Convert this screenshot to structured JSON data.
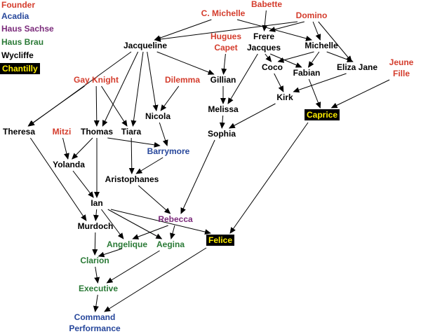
{
  "colors": {
    "Founder": "#d43c2c",
    "Acadia": "#27479b",
    "Haus Sachse": "#7b2b7b",
    "Haus Brau": "#2a7a36",
    "Wycliffe": "#000000",
    "Chantilly": "#ffee00",
    "chantilly_bg": "#000000"
  },
  "legend": [
    {
      "label": "Founder",
      "group": "Founder"
    },
    {
      "label": "Acadia",
      "group": "Acadia"
    },
    {
      "label": "Haus Sachse",
      "group": "Haus Sachse"
    },
    {
      "label": "Haus Brau",
      "group": "Haus Brau"
    },
    {
      "label": "Wycliffe",
      "group": "Wycliffe"
    },
    {
      "label": "Chantilly",
      "group": "Chantilly"
    }
  ],
  "nodes": [
    {
      "label": "C. Michelle",
      "group": "Founder"
    },
    {
      "label": "Babette",
      "group": "Founder"
    },
    {
      "label": "Domino",
      "group": "Founder"
    },
    {
      "label": "Jacqueline",
      "group": "Wycliffe"
    },
    {
      "label": "Hugues Capet",
      "group": "Founder"
    },
    {
      "label": "Frere Jacques",
      "group": "Wycliffe"
    },
    {
      "label": "Michelle",
      "group": "Wycliffe"
    },
    {
      "label": "Gay Knight",
      "group": "Founder"
    },
    {
      "label": "Dilemma",
      "group": "Founder"
    },
    {
      "label": "Gillian",
      "group": "Wycliffe"
    },
    {
      "label": "Coco",
      "group": "Wycliffe"
    },
    {
      "label": "Fabian",
      "group": "Wycliffe"
    },
    {
      "label": "Eliza Jane",
      "group": "Wycliffe"
    },
    {
      "label": "Jeune Fille",
      "group": "Founder"
    },
    {
      "label": "Kirk",
      "group": "Wycliffe"
    },
    {
      "label": "Nicola",
      "group": "Wycliffe"
    },
    {
      "label": "Melissa",
      "group": "Wycliffe"
    },
    {
      "label": "Caprice",
      "group": "Chantilly"
    },
    {
      "label": "Theresa",
      "group": "Wycliffe"
    },
    {
      "label": "Mitzi",
      "group": "Founder"
    },
    {
      "label": "Thomas",
      "group": "Wycliffe"
    },
    {
      "label": "Tiara",
      "group": "Wycliffe"
    },
    {
      "label": "Sophia",
      "group": "Wycliffe"
    },
    {
      "label": "Barrymore",
      "group": "Acadia"
    },
    {
      "label": "Yolanda",
      "group": "Wycliffe"
    },
    {
      "label": "Aristophanes",
      "group": "Wycliffe"
    },
    {
      "label": "Ian",
      "group": "Wycliffe"
    },
    {
      "label": "Rebecca",
      "group": "Haus Sachse"
    },
    {
      "label": "Murdoch",
      "group": "Wycliffe"
    },
    {
      "label": "Angelique",
      "group": "Haus Brau"
    },
    {
      "label": "Aegina",
      "group": "Haus Brau"
    },
    {
      "label": "Felice",
      "group": "Chantilly"
    },
    {
      "label": "Clarion",
      "group": "Haus Brau"
    },
    {
      "label": "Executive",
      "group": "Haus Brau"
    },
    {
      "label": "Command Performance",
      "group": "Acadia"
    }
  ],
  "edges": [
    [
      "C. Michelle",
      "Jacqueline"
    ],
    [
      "C. Michelle",
      "Michelle"
    ],
    [
      "Domino",
      "Jacqueline"
    ],
    [
      "Domino",
      "Frere Jacques"
    ],
    [
      "Domino",
      "Michelle"
    ],
    [
      "Domino",
      "Eliza Jane"
    ],
    [
      "Babette",
      "Frere Jacques"
    ],
    [
      "Jacqueline",
      "Theresa"
    ],
    [
      "Jacqueline",
      "Thomas"
    ],
    [
      "Jacqueline",
      "Tiara"
    ],
    [
      "Jacqueline",
      "Nicola"
    ],
    [
      "Jacqueline",
      "Gillian"
    ],
    [
      "Gay Knight",
      "Theresa"
    ],
    [
      "Gay Knight",
      "Thomas"
    ],
    [
      "Gay Knight",
      "Tiara"
    ],
    [
      "Dilemma",
      "Nicola"
    ],
    [
      "Hugues Capet",
      "Gillian"
    ],
    [
      "Gillian",
      "Melissa"
    ],
    [
      "Melissa",
      "Sophia"
    ],
    [
      "Frere Jacques",
      "Coco"
    ],
    [
      "Frere Jacques",
      "Fabian"
    ],
    [
      "Frere Jacques",
      "Melissa"
    ],
    [
      "Michelle",
      "Coco"
    ],
    [
      "Michelle",
      "Fabian"
    ],
    [
      "Michelle",
      "Eliza Jane"
    ],
    [
      "Coco",
      "Kirk"
    ],
    [
      "Eliza Jane",
      "Kirk"
    ],
    [
      "Kirk",
      "Sophia"
    ],
    [
      "Fabian",
      "Caprice"
    ],
    [
      "Jeune Fille",
      "Caprice"
    ],
    [
      "Nicola",
      "Barrymore"
    ],
    [
      "Thomas",
      "Barrymore"
    ],
    [
      "Thomas",
      "Yolanda"
    ],
    [
      "Thomas",
      "Ian"
    ],
    [
      "Mitzi",
      "Yolanda"
    ],
    [
      "Tiara",
      "Aristophanes"
    ],
    [
      "Barrymore",
      "Aristophanes"
    ],
    [
      "Theresa",
      "Murdoch"
    ],
    [
      "Yolanda",
      "Ian"
    ],
    [
      "Ian",
      "Murdoch"
    ],
    [
      "Ian",
      "Angelique"
    ],
    [
      "Ian",
      "Aegina"
    ],
    [
      "Ian",
      "Felice"
    ],
    [
      "Aristophanes",
      "Rebecca"
    ],
    [
      "Sophia",
      "Rebecca"
    ],
    [
      "Caprice",
      "Felice"
    ],
    [
      "Rebecca",
      "Angelique"
    ],
    [
      "Rebecca",
      "Aegina"
    ],
    [
      "Murdoch",
      "Clarion"
    ],
    [
      "Angelique",
      "Clarion"
    ],
    [
      "Clarion",
      "Executive"
    ],
    [
      "Aegina",
      "Executive"
    ],
    [
      "Executive",
      "Command Performance"
    ],
    [
      "Felice",
      "Command Performance"
    ]
  ]
}
